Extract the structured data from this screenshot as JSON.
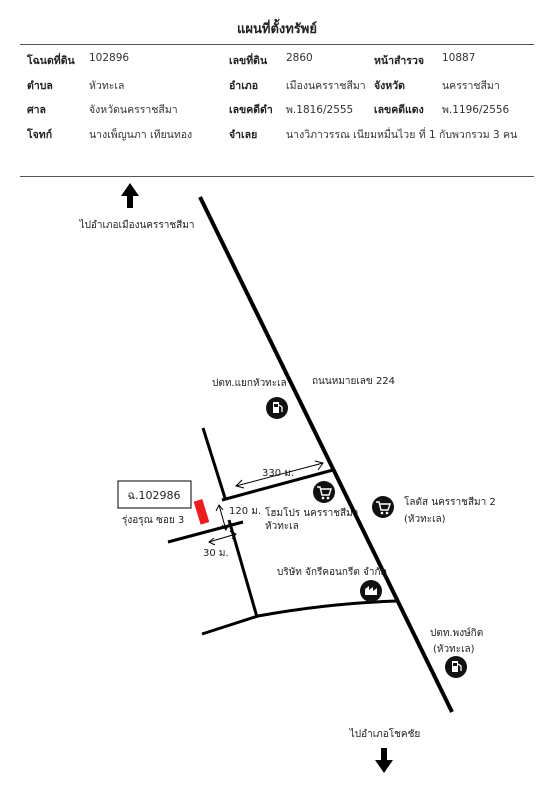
{
  "title": "แผนที่ตั้งทรัพย์",
  "info": {
    "rows": [
      [
        {
          "label": "โฉนดที่ดิน",
          "value": "102896"
        },
        {
          "label": "เลขที่ดิน",
          "value": "2860"
        },
        {
          "label": "หน้าสำรวจ",
          "value": "10887"
        }
      ],
      [
        {
          "label": "ตำบล",
          "value": "หัวทะเล"
        },
        {
          "label": "อำเภอ",
          "value": "เมืองนครราชสีมา"
        },
        {
          "label": "จังหวัด",
          "value": "นครราชสีมา"
        }
      ],
      [
        {
          "label": "ศาล",
          "value": "จังหวัดนครราชสีมา"
        },
        {
          "label": "เลขคดีดำ",
          "value": "พ.1816/2555"
        },
        {
          "label": "เลขคดีแดง",
          "value": "พ.1196/2556"
        }
      ],
      [
        {
          "label": "โจทก์",
          "value": "นางเพ็ญนภา เทียนทอง"
        },
        {
          "label": "จำเลย",
          "value": "นางวิภาวรรณ เนียมหมื่นไวย ที่ 1 กับพวกรวม 3 คน"
        }
      ]
    ]
  },
  "map": {
    "direction_north": "ไปอำเภอเมืองนครราชสีมา",
    "direction_south": "ไปอำเภอโชคชัย",
    "road_label": "ถนนหมายเลข 224",
    "parcel_label": "ฉ.102986",
    "soi_label": "รุ่งอรุณ ซอย 3",
    "dist_330": "330 ม.",
    "dist_120": "120 ม.",
    "dist_30": "30 ม.",
    "poi": {
      "ptt_north": "ปตท.แยกหัวทะเล",
      "homepro_1": "โฮมโปร นครราชสีมา",
      "homepro_2": "หัวทะเล",
      "lotus_1": "โลตัส นครราชสีมา 2",
      "lotus_2": "(หัวทะเล)",
      "concrete": "บริษัท จักรีคอนกรีต จำกัด",
      "ptt_south_1": "ปตท.พงษ์กิต",
      "ptt_south_2": "(หัวทะเล)"
    },
    "colors": {
      "road": "#000000",
      "parcel": "#ee1c1c",
      "icon_bg": "#111111"
    }
  }
}
